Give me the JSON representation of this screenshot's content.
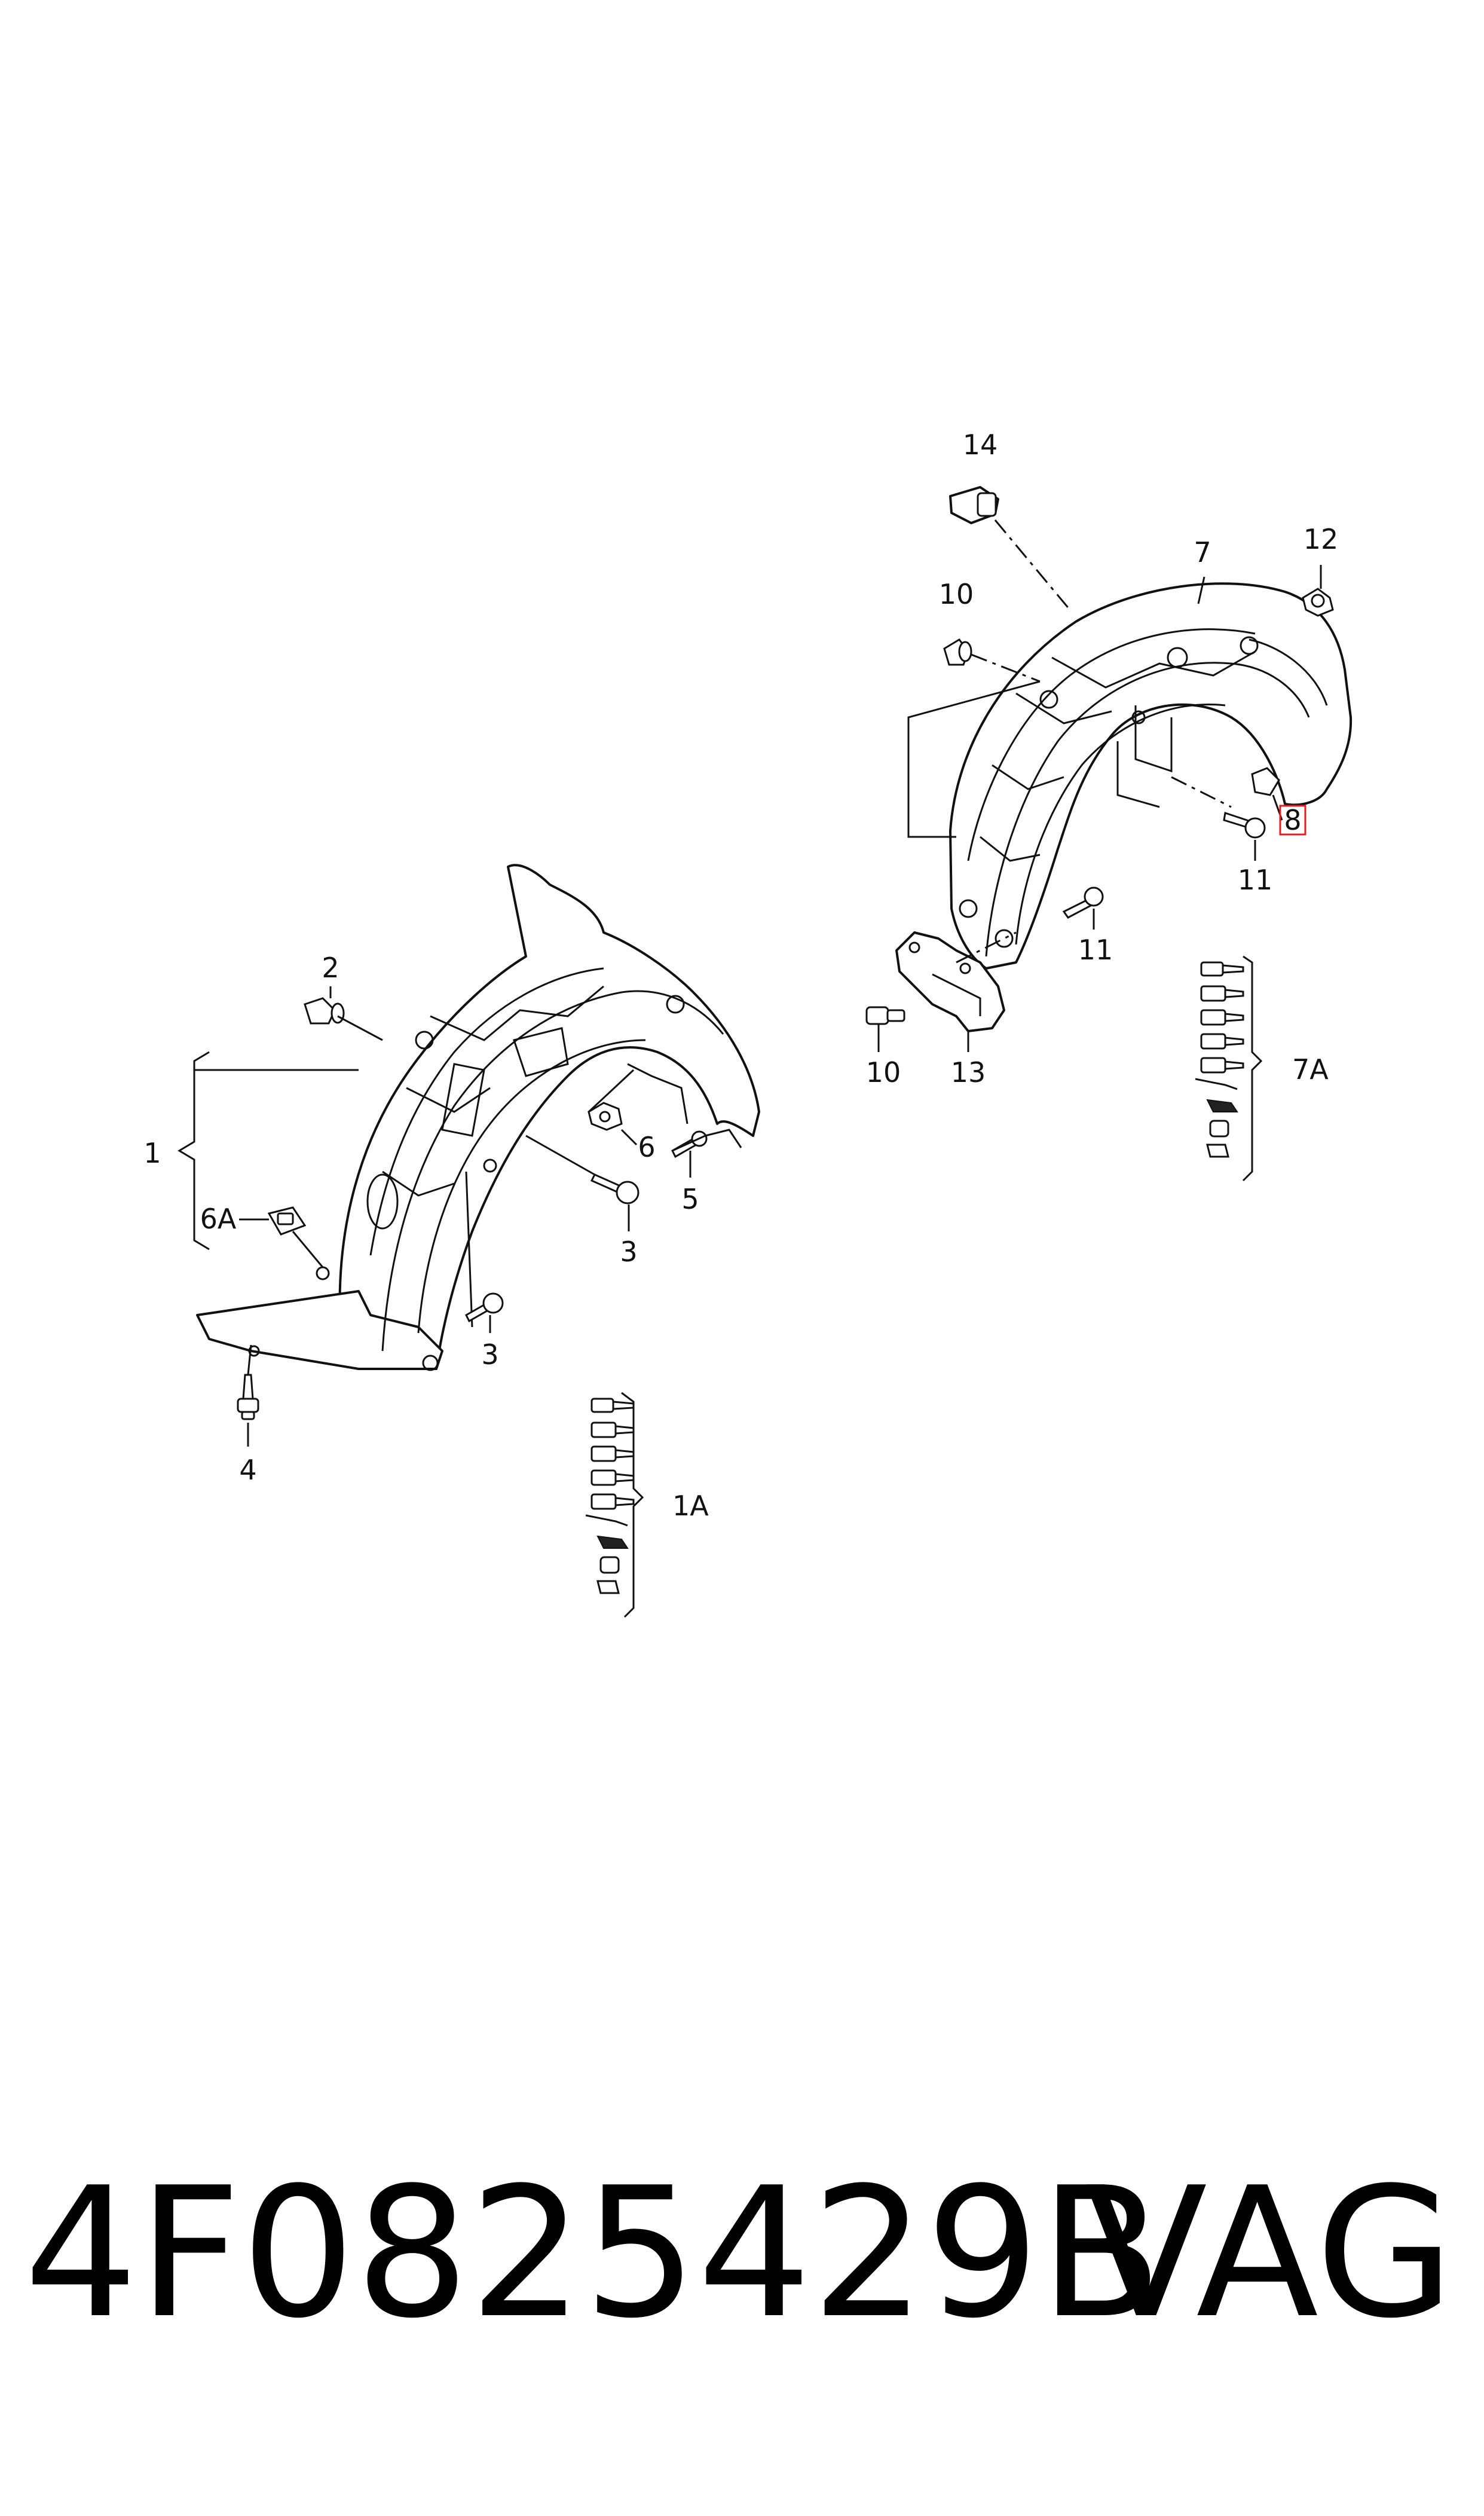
{
  "labels": {
    "l1": "1",
    "l1A": "1A",
    "l2": "2",
    "l3a": "3",
    "l3b": "3",
    "l4": "4",
    "l5": "5",
    "l6": "6",
    "l6A": "6A",
    "l7": "7",
    "l7A": "7A",
    "l8": "8",
    "l10a": "10",
    "l10b": "10",
    "l11a": "11",
    "l11b": "11",
    "l12": "12",
    "l13": "13",
    "l14": "14"
  },
  "footer": {
    "part_number": "4F0825429B",
    "brand": "VAG"
  },
  "colors": {
    "line": "#111111",
    "highlight_box": "#e02020",
    "background": "#ffffff"
  }
}
